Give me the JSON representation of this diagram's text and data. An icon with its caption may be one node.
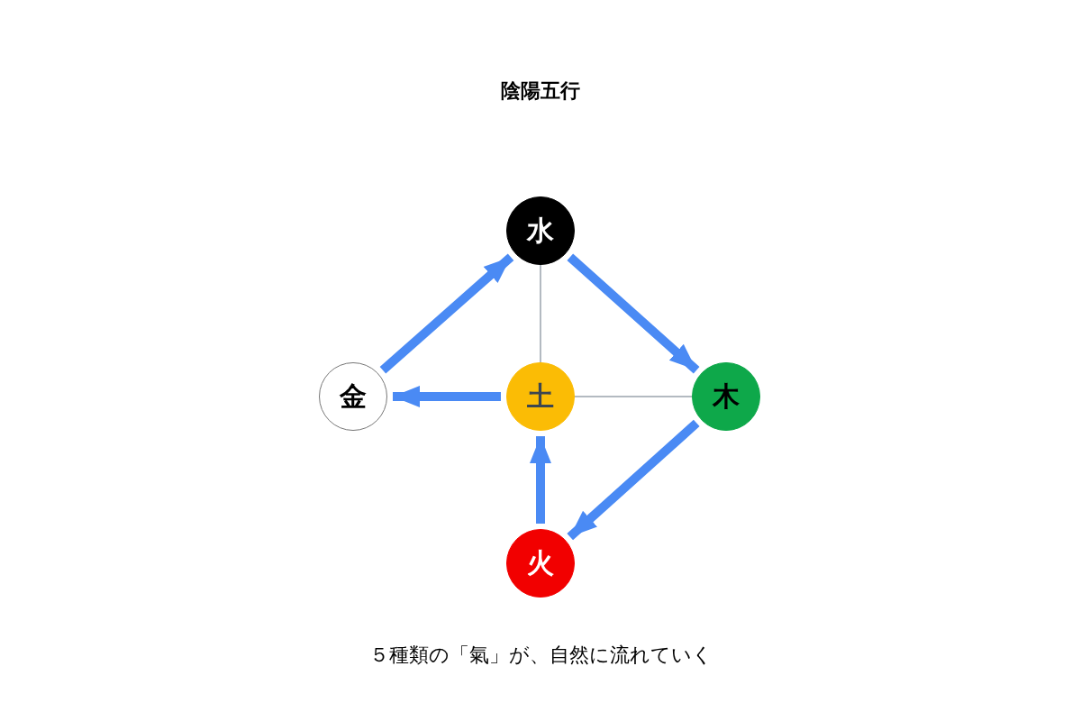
{
  "diagram": {
    "title": "陰陽五行",
    "caption": "５種類の「氣」が、自然に流れていく",
    "nodes": [
      {
        "text": [
          "水"
        ]
      },
      {
        "text": [
          "金"
        ]
      },
      {
        "text": [
          "土"
        ]
      },
      {
        "text": [
          "木"
        ]
      },
      {
        "text": [
          "火"
        ]
      }
    ],
    "edges": [
      {
        "from": 1,
        "to": 0,
        "arrow": "to"
      },
      {
        "from": 0,
        "to": 3,
        "arrow": "to"
      },
      {
        "from": 3,
        "to": 4,
        "arrow": "to"
      },
      {
        "from": 4,
        "to": 2,
        "arrow": "to"
      },
      {
        "from": 2,
        "to": 1,
        "arrow": "to"
      },
      {
        "from": 0,
        "to": 2,
        "arrow": "none",
        "color": "#9aa3ad"
      },
      {
        "from": 2,
        "to": 3,
        "arrow": "none",
        "color": "#9aa3ad"
      }
    ]
  }
}
